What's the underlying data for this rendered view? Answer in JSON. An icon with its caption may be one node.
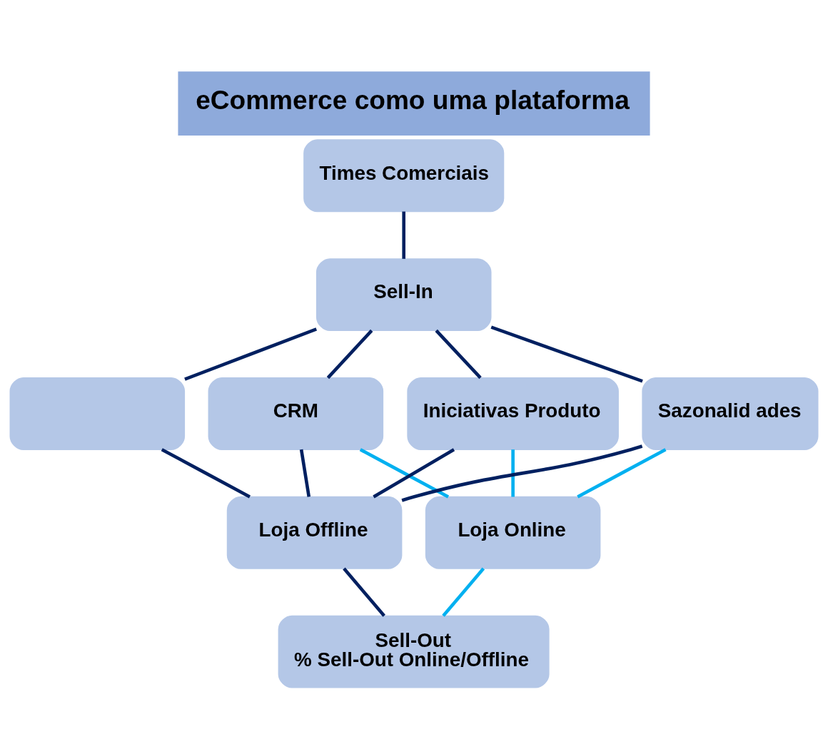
{
  "diagram": {
    "title": "eCommerce como uma plataforma",
    "nodes": [
      {
        "text": [
          "Times Comerciais"
        ]
      },
      {
        "text": [
          "Sell-In"
        ]
      },
      {
        "text": [],
        "shape": "box"
      },
      {
        "text": [
          "CRM"
        ]
      },
      {
        "text": [
          "Iniciativas Produto"
        ]
      },
      {
        "text": [
          "Sazonalid ades"
        ]
      },
      {
        "text": [
          "Loja Offline"
        ]
      },
      {
        "text": [
          "Loja Online"
        ]
      },
      {
        "text": [
          "Sell-Out",
          "% Sell-Out Online/Offline"
        ]
      }
    ],
    "edges": [
      {
        "from": 0,
        "to": 1,
        "arrow": "none"
      },
      {
        "from": 1,
        "to": 2,
        "arrow": "none"
      },
      {
        "from": 1,
        "to": 3,
        "arrow": "none"
      },
      {
        "from": 1,
        "to": 4,
        "arrow": "none"
      },
      {
        "from": 1,
        "to": 5,
        "arrow": "none"
      },
      {
        "from": 2,
        "to": 6,
        "arrow": "none"
      },
      {
        "from": 3,
        "to": 6,
        "arrow": "none"
      },
      {
        "from": 4,
        "to": 6,
        "arrow": "none"
      },
      {
        "from": 5,
        "to": 6,
        "arrow": "none"
      },
      {
        "from": 3,
        "to": 7,
        "arrow": "none",
        "color": "#00b0f0"
      },
      {
        "from": 4,
        "to": 7,
        "arrow": "none",
        "color": "#00b0f0"
      },
      {
        "from": 5,
        "to": 7,
        "arrow": "none",
        "color": "#00b0f0"
      },
      {
        "from": 6,
        "to": 8,
        "arrow": "none"
      },
      {
        "from": 7,
        "to": 8,
        "arrow": "none",
        "color": "#00b0f0"
      }
    ]
  }
}
